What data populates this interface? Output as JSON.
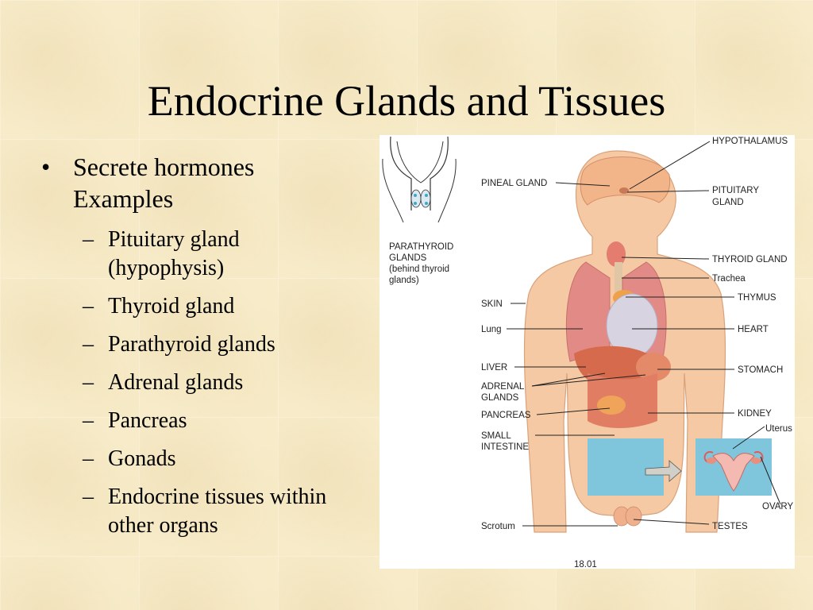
{
  "slide": {
    "title": "Endocrine Glands and Tissues",
    "bullet_mark": "•",
    "dash_mark": "–",
    "main_bullet_line1": "Secrete hormones",
    "main_bullet_line2": "Examples",
    "sub_bullets": [
      {
        "line1": "Pituitary gland",
        "line2": "(hypophysis)"
      },
      {
        "line1": "Thyroid gland",
        "line2": ""
      },
      {
        "line1": "Parathyroid glands",
        "line2": ""
      },
      {
        "line1": "Adrenal glands",
        "line2": ""
      },
      {
        "line1": "Pancreas",
        "line2": ""
      },
      {
        "line1": "Gonads",
        "line2": ""
      },
      {
        "line1": "Endocrine tissues within",
        "line2": "other organs"
      }
    ]
  },
  "figure": {
    "inset_label": [
      "PARATHYROID",
      "GLANDS",
      "(behind thyroid",
      "glands)"
    ],
    "labels_left": {
      "pineal": "PINEAL GLAND",
      "skin": "SKIN",
      "lung": "Lung",
      "liver": "LIVER",
      "adrenal": [
        "ADRENAL",
        "GLANDS"
      ],
      "pancreas": "PANCREAS",
      "small_intestine": [
        "SMALL",
        "INTESTINE"
      ],
      "scrotum": "Scrotum"
    },
    "labels_right": {
      "hypothalamus": "HYPOTHALAMUS",
      "pituitary": [
        "PITUITARY",
        "GLAND"
      ],
      "thyroid": "THYROID GLAND",
      "trachea": "Trachea",
      "thymus": "THYMUS",
      "heart": "HEART",
      "stomach": "STOMACH",
      "kidney": "KIDNEY",
      "uterus": "Uterus",
      "ovary": "OVARY",
      "testes": "TESTES"
    },
    "figure_number": "18.01",
    "colors": {
      "skin": "#f2c39a",
      "organ": "#d9705a",
      "highlight": "#7fc6dc",
      "arrow": "#d0d0c8"
    }
  }
}
